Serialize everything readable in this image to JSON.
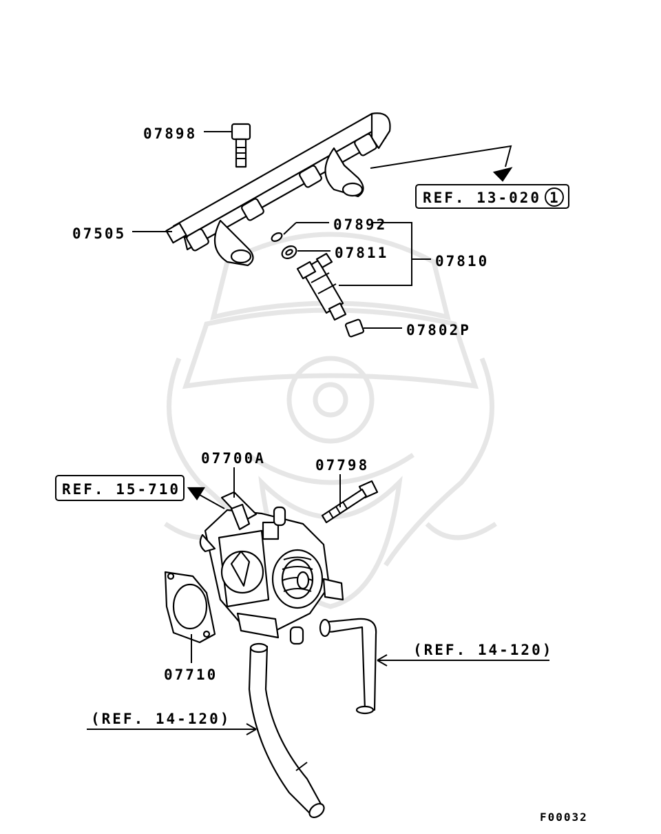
{
  "figure_code": "F00032",
  "labels": {
    "bolt_top": "07898",
    "fuel_rail": "07505",
    "seal_o_ring": "07892",
    "insulator": "07811",
    "injector": "07810",
    "injector_cap": "07802P",
    "throttle_body": "07700A",
    "bolt_throttle": "07798",
    "gasket": "07710"
  },
  "references": {
    "ref_13_020": "REF. 13-020",
    "ref_13_020_circle": "1",
    "ref_15_710": "REF. 15-710",
    "ref_14_120_right": "(REF. 14-120)",
    "ref_14_120_left": "(REF. 14-120)"
  }
}
